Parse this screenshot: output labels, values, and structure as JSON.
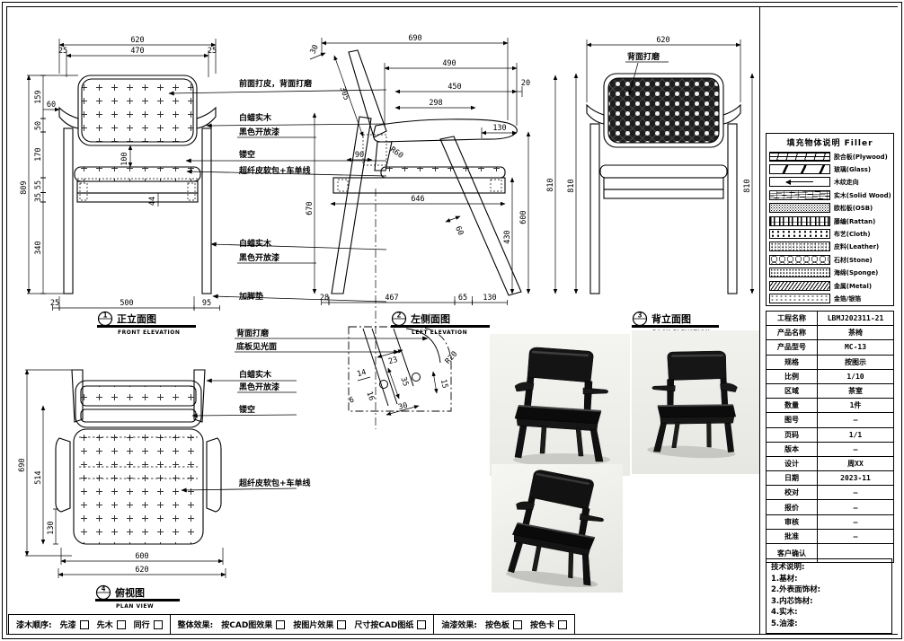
{
  "legend": {
    "title": "填充物体说明 Filler",
    "items": [
      {
        "label": "胶合板(Plywood)"
      },
      {
        "label": "玻璃(Glass)"
      },
      {
        "label": "木纹走向"
      },
      {
        "label": "实木(Solid Wood)"
      },
      {
        "label": "欧松板(OSB)"
      },
      {
        "label": "藤编(Rattan)"
      },
      {
        "label": "布艺(Cloth)"
      },
      {
        "label": "皮料(Leather)"
      },
      {
        "label": "石材(Stone)"
      },
      {
        "label": "海绵(Sponge)"
      },
      {
        "label": "金属(Metal)"
      },
      {
        "label": "金箔/银箔"
      }
    ]
  },
  "info_table": {
    "rows": [
      {
        "label": "工程名称",
        "value": "LBMJ202311-21"
      },
      {
        "label": "产品名称",
        "value": "茶椅"
      },
      {
        "label": "产品型号",
        "value": "MC-13"
      },
      {
        "label": "规格",
        "value": "按图示"
      },
      {
        "label": "比例",
        "value": "1/10"
      },
      {
        "label": "区域",
        "value": "茶室"
      },
      {
        "label": "数量",
        "value": "1件"
      },
      {
        "label": "图号",
        "value": "—"
      },
      {
        "label": "页码",
        "value": "1/1"
      },
      {
        "label": "版本",
        "value": "—"
      },
      {
        "label": "设计",
        "value": "周XX"
      },
      {
        "label": "日期",
        "value": "2023-11"
      },
      {
        "label": "校对",
        "value": "—"
      },
      {
        "label": "报价",
        "value": "—"
      },
      {
        "label": "审核",
        "value": "—"
      },
      {
        "label": "批准",
        "value": "—"
      },
      {
        "label": "客户确认",
        "value": ""
      }
    ]
  },
  "tech_notes": {
    "title": "技术说明:",
    "items": [
      "1.基材:",
      "2.外表面饰材:",
      "3.内芯饰材:",
      "4.实木:",
      "5.油漆:"
    ]
  },
  "footer": {
    "sections": [
      {
        "label": "漆木顺序:",
        "options": [
          "先漆",
          "先木",
          "同行"
        ]
      },
      {
        "label": "整体效果:",
        "options": [
          "按CAD图效果",
          "按图片效果",
          "尺寸按CAD图纸"
        ]
      },
      {
        "label": "油漆效果:",
        "options": [
          "按色板",
          "按色卡"
        ]
      }
    ]
  },
  "views": {
    "front": {
      "num": "1",
      "title": "正立面图",
      "subtitle": "FRONT ELEVATION",
      "dims": {
        "w620": "620",
        "w470": "470",
        "s25l": "25",
        "s25r": "25",
        "h809": "809",
        "s159": "159",
        "s50": "50",
        "s170": "170",
        "s55": "55",
        "s35": "35",
        "s340": "340",
        "arm60": "60",
        "gap100": "100",
        "rail44": "44",
        "b25": "25",
        "b500": "500",
        "b95": "95"
      },
      "ann": {
        "a1": "前面打皮，背面打磨",
        "a2": "白蜡实木",
        "a3": "黑色开放漆",
        "a4": "镂空",
        "a5": "超纤皮软包+车单线",
        "a6": "白蜡实木",
        "a7": "黑色开放漆",
        "a8": "加脚垫"
      }
    },
    "left": {
      "num": "2",
      "title": "左侧面图",
      "subtitle": "LEFT ELEVATION",
      "dims": {
        "w690": "690",
        "s30": "30",
        "w490": "490",
        "w450": "450",
        "s20": "20",
        "w298": "298",
        "w130": "130",
        "s305": "305",
        "r60": "R60",
        "s90": "90",
        "h670": "670",
        "h810": "810",
        "h600": "600",
        "h430": "430",
        "w646": "646",
        "s60": "60",
        "b28": "28",
        "b467": "467",
        "b65": "65",
        "b130": "130"
      }
    },
    "back": {
      "num": "3",
      "title": "背立面图",
      "subtitle": "BACK ELEVATION",
      "dims": {
        "w620": "620",
        "h810l": "810",
        "h810r": "810"
      },
      "ann": {
        "a1": "背面打磨"
      }
    },
    "plan": {
      "num": "4",
      "title": "俯视图",
      "subtitle": "PLAN VIEW",
      "dims": {
        "h690": "690",
        "h514": "514",
        "h130": "130",
        "b600": "600",
        "b620": "620"
      },
      "ann": {
        "a1": "白蜡实木",
        "a2": "黑色开放漆",
        "a3": "镂空",
        "a4": "超纤皮软包+车单线"
      }
    },
    "detail": {
      "ann": {
        "a1": "背面打磨",
        "a2": "底板见光面"
      },
      "dims": {
        "d23": "23",
        "d35": "35",
        "d14": "14",
        "d16": "16",
        "d6": "6",
        "d30": "30",
        "d15": "15",
        "r20": "R20"
      }
    }
  }
}
